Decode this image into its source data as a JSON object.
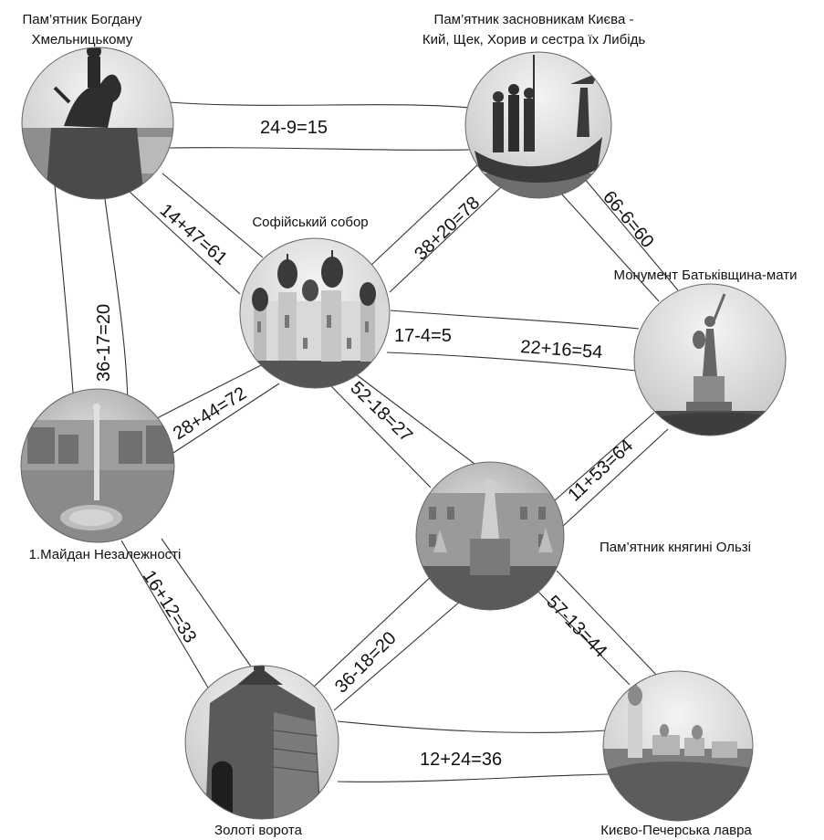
{
  "landmarks": {
    "khmelnytsky": [
      "Пам’ятник Богдану",
      "Хмельницькому"
    ],
    "founders": [
      "Пам’ятник засновникам Києва -",
      "Кий, Щек, Хорив и сестра їх Либідь"
    ],
    "sophia": "Софійський собор",
    "motherland": "Монумент Батьківщина-мати",
    "maidan": "1.Майдан Незалежності",
    "olga": "Пам’ятник княгині Ользі",
    "golden_gate": "Золоті ворота",
    "lavra": "Києво-Печерська лавра"
  },
  "roads": {
    "khm_founders": "24-9=15",
    "khm_sophia": "14+47=61",
    "khm_maidan": "36-17=20",
    "sophia_founders": "38+20=78",
    "founders_motherland": "66-6=60",
    "sophia_motherland_a": "17-4=5",
    "sophia_motherland_b": "22+16=54",
    "maidan_sophia": "28+44=72",
    "sophia_olga": "52-18=27",
    "olga_motherland": "11+53=64",
    "maidan_golden": "16+12=33",
    "golden_olga": "36-18=20",
    "olga_lavra": "57-13=44",
    "golden_lavra": "12+24=36"
  }
}
